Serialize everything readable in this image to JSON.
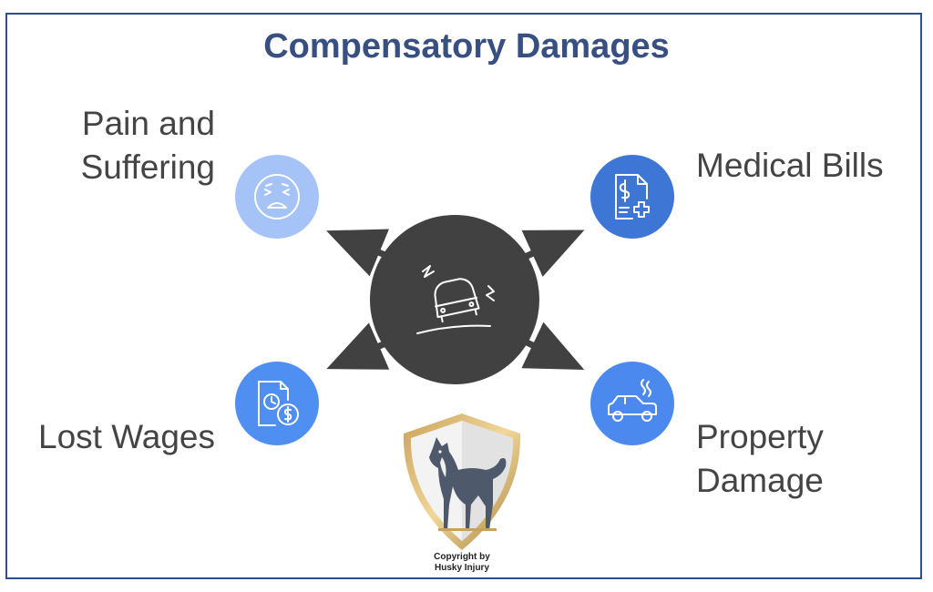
{
  "title": "Compensatory Damages",
  "branches": {
    "pain": {
      "label_line1": "Pain and",
      "label_line2": "Suffering",
      "icon": "distressed-face-icon",
      "color": "#a5c3f7"
    },
    "medical": {
      "label": "Medical Bills",
      "icon": "medical-bill-icon",
      "color": "#3e76d6"
    },
    "wages": {
      "label": "Lost Wages",
      "icon": "clock-money-document-icon",
      "color": "#4f8ff2"
    },
    "property": {
      "label_line1": "Property",
      "label_line2": "Damage",
      "icon": "damaged-car-icon",
      "color": "#4b89ee"
    }
  },
  "center": {
    "icon": "car-crash-icon",
    "color": "#414141"
  },
  "logo": {
    "icon": "husky-shield-logo",
    "copyright_line1": "Copyright by",
    "copyright_line2": "Husky Injury"
  },
  "colors": {
    "title": "#375081",
    "frame": "#2f4e8c",
    "arrow": "#414141",
    "text": "#444444"
  }
}
